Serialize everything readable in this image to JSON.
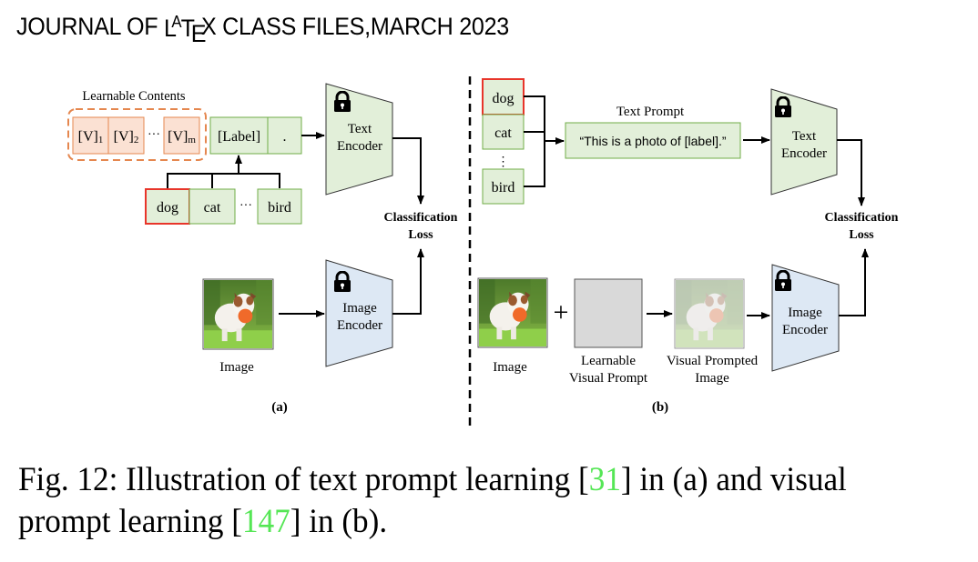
{
  "header": {
    "prefix": "JOURNAL OF ",
    "latex_L": "L",
    "latex_A": "A",
    "latex_T": "T",
    "latex_E": "E",
    "latex_X": "X",
    "suffix": " CLASS FILES,MARCH 2023"
  },
  "figure": {
    "panel_a": {
      "learnable_title": "Learnable Contents",
      "tokens": [
        "[V]",
        "[V]",
        "[V]"
      ],
      "token_subs": [
        "1",
        "2",
        "m"
      ],
      "ellipsis": "···",
      "label_token": "[Label]",
      "dot_token": ".",
      "classes": [
        "dog",
        "cat",
        "bird"
      ],
      "class_ellipsis": "···",
      "text_encoder": [
        "Text",
        "Encoder"
      ],
      "image_encoder": [
        "Image",
        "Encoder"
      ],
      "loss": [
        "Classification",
        "Loss"
      ],
      "image_label": "Image",
      "panel_label": "(a)"
    },
    "panel_b": {
      "classes": [
        "dog",
        "cat",
        "bird"
      ],
      "vdots": "⋮",
      "text_prompt_title": "Text Prompt",
      "text_prompt": "“This is a photo of [label].”",
      "text_encoder": [
        "Text",
        "Encoder"
      ],
      "image_encoder": [
        "Image",
        "Encoder"
      ],
      "loss": [
        "Classification",
        "Loss"
      ],
      "image_label": "Image",
      "plus": "+",
      "visual_prompt_label": [
        "Learnable",
        "Visual Prompt"
      ],
      "prompted_label": [
        "Visual Prompted",
        "Image"
      ],
      "panel_label": "(b)"
    },
    "colors": {
      "green_fill": "#e2efd9",
      "green_stroke": "#70ad47",
      "orange_fill": "#fbe1d3",
      "orange_stroke": "#e5874f",
      "red_stroke": "#e8352a",
      "blue_fill": "#dde8f4",
      "gray_fill": "#d9d9d9"
    }
  },
  "caption": {
    "part1": "Fig. 12: Illustration of text prompt learning [",
    "cite1": "31",
    "part2": "] in (a) and visual prompt learning [",
    "cite2": "147",
    "part3": "] in (b)."
  }
}
